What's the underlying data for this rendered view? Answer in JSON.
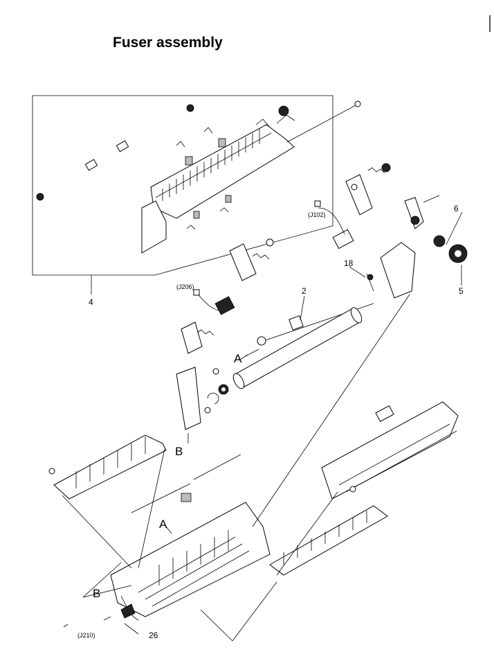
{
  "page": {
    "title": "Fuser assembly"
  },
  "callouts": {
    "label_4": "4",
    "label_6": "6",
    "label_5": "5",
    "label_18": "18",
    "label_2": "2",
    "label_26": "26",
    "label_a_upper": "A",
    "label_a_lower": "A",
    "label_b_upper": "B",
    "label_b_lower": "B"
  },
  "connectors": {
    "j102": "(J102)",
    "j206": "(J206)",
    "j210": "(J210)"
  }
}
